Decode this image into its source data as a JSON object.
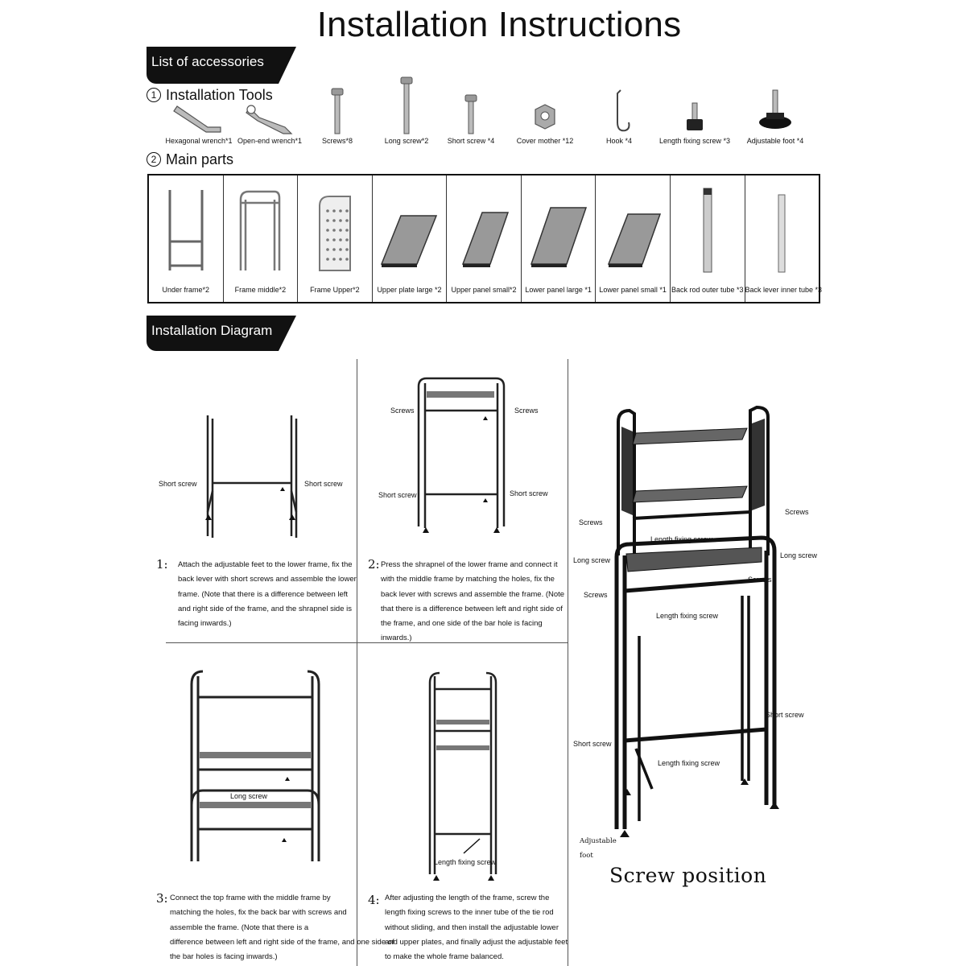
{
  "title": "Installation Instructions",
  "accessories_banner": "List of accessories",
  "tools_heading": {
    "num": "1",
    "text": "Installation Tools"
  },
  "tools": [
    {
      "icon": "hex-wrench-icon",
      "label": "Hexagonal wrench*1"
    },
    {
      "icon": "open-end-wrench-icon",
      "label": "Open-end wrench*1"
    },
    {
      "icon": "screw-icon",
      "label": "Screws*8"
    },
    {
      "icon": "long-screw-icon",
      "label": "Long screw*2"
    },
    {
      "icon": "short-screw-icon",
      "label": "Short screw *4"
    },
    {
      "icon": "cover-nut-icon",
      "label": "Cover mother *12"
    },
    {
      "icon": "hook-icon",
      "label": "Hook *4"
    },
    {
      "icon": "length-fixing-screw-icon",
      "label": "Length fixing screw *3"
    },
    {
      "icon": "adjustable-foot-icon",
      "label": "Adjustable foot *4"
    }
  ],
  "parts_heading": {
    "num": "2",
    "text": "Main parts"
  },
  "parts": [
    {
      "icon": "under-frame-icon",
      "label": "Under frame*2"
    },
    {
      "icon": "frame-middle-icon",
      "label": "Frame middle*2"
    },
    {
      "icon": "frame-upper-icon",
      "label": "Frame Upper*2"
    },
    {
      "icon": "upper-plate-large-icon",
      "label": "Upper plate large *2"
    },
    {
      "icon": "upper-panel-small-icon",
      "label": "Upper panel small*2"
    },
    {
      "icon": "lower-panel-large-icon",
      "label": "Lower panel large *1"
    },
    {
      "icon": "lower-panel-small-icon",
      "label": "Lower panel small *1"
    },
    {
      "icon": "back-rod-outer-tube-icon",
      "label": "Back rod outer tube *3"
    },
    {
      "icon": "back-lever-inner-tube-icon",
      "label": "Back lever inner tube *3"
    }
  ],
  "diagram_banner": "Installation Diagram",
  "steps": [
    {
      "num": "1:",
      "lines": [
        "Attach the adjustable feet to the lower frame, fix the",
        "back lever with short screws and assemble the lower",
        " frame. (Note that there is a difference between left",
        "and right side of the frame, and the shrapnel side is",
        "facing inwards.)"
      ],
      "callouts": [
        "Short screw",
        "Short screw"
      ]
    },
    {
      "num": "2:",
      "lines": [
        "Press the shrapnel of the lower frame and connect it",
        "with the middle frame by matching the holes, fix the",
        "back lever with screws and assemble the frame. (Note",
        "that there is a difference between left and right side of",
        "the frame, and one side of the bar hole is facing",
        "inwards.)"
      ],
      "callouts": [
        "Screws",
        "Screws",
        "Short screw",
        "Short screw"
      ]
    },
    {
      "num": "3:",
      "lines": [
        "Connect the top frame with the middle frame by",
        "matching the holes, fix the back bar with screws and",
        "assemble the frame. (Note that there is a",
        "difference between left and right side of the frame, and one side of",
        "the bar holes is facing inwards.)"
      ],
      "callouts": [
        "Long screw"
      ]
    },
    {
      "num": "4:",
      "lines": [
        "After adjusting the length of the frame, screw the",
        "length fixing screws to the inner tube of the tie rod",
        "without sliding, and then install the adjustable lower",
        "and upper plates, and finally adjust the adjustable feet",
        "to make the whole frame balanced."
      ],
      "callouts": [
        "Length fixing screw"
      ]
    }
  ],
  "final": {
    "callouts": {
      "screws_top_left": "Screws",
      "screws_top_right": "Screws",
      "length_fixing_1": "Length fixing screw",
      "long_screw_left": "Long screw",
      "long_screw_right": "Long screw",
      "screws_mid_right": "Screws",
      "screws_mid_left": "Screws",
      "length_fixing_2": "Length fixing screw",
      "short_screw_right": "Short screw",
      "short_screw_left": "Short screw",
      "length_fixing_3": "Length fixing screw",
      "adjustable": "Adjustable",
      "foot": "foot"
    },
    "caption": "Screw position"
  }
}
